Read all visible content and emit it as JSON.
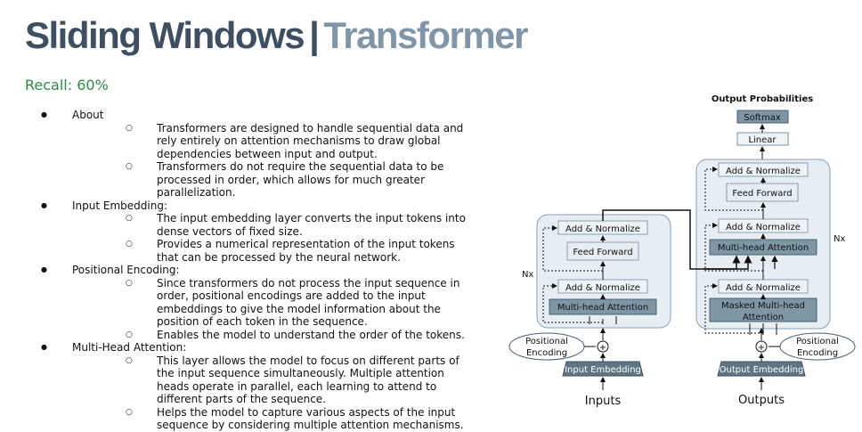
{
  "slide": {
    "title_main": "Sliding Windows",
    "title_sep": "|",
    "title_sub": "Transformer",
    "recall": "Recall: 60%"
  },
  "notes": [
    {
      "heading": "About",
      "items": [
        "Transformers  are designed to handle sequential data and rely entirely on attention mechanisms to draw global dependencies between input and output.",
        "Transformers do not require the sequential data to be processed in order, which allows for much greater parallelization."
      ]
    },
    {
      "heading": "Input Embedding:",
      "items": [
        "The input embedding layer converts the input tokens into dense vectors of fixed size.",
        "Provides a numerical representation of the input tokens that can be processed by the neural network."
      ]
    },
    {
      "heading": "Positional Encoding:",
      "items": [
        "Since transformers do not process the input sequence in order, positional encodings are added to the input embeddings to give the model information about the position of each token in the sequence.",
        "Enables the model to understand the order of the tokens."
      ]
    },
    {
      "heading": "Multi-Head Attention:",
      "items": [
        "This layer allows the model to focus on different parts of the input sequence simultaneously. Multiple attention heads operate in parallel, each learning to attend to different parts of the sequence.",
        "Helps the model to capture various aspects of the input sequence by considering multiple attention mechanisms."
      ]
    }
  ],
  "diagram": {
    "output_probabilities": "Output Probabilities",
    "softmax": "Softmax",
    "linear": "Linear",
    "enc_add_norm_top": "Add & Normalize",
    "enc_feed_forward": "Feed Forward",
    "enc_add_norm_bottom": "Add & Normalize",
    "enc_multi_head": "Multi-head Attention",
    "enc_nx": "Nx",
    "dec_add_norm_top": "Add & Normalize",
    "dec_feed_forward": "Feed Forward",
    "dec_add_norm_mid": "Add & Normalize",
    "dec_multi_head": "Multi-head Attention",
    "dec_add_norm_bottom": "Add & Normalize",
    "dec_masked_line1": "Masked Multi-head",
    "dec_masked_line2": "Attention",
    "dec_nx": "Nx",
    "pos_enc_line1": "Positional",
    "pos_enc_line2": "Encoding",
    "input_embedding": "Input Embedding",
    "output_embedding": "Output Embedding",
    "inputs": "Inputs",
    "outputs": "Outputs",
    "plus": "+"
  },
  "colors": {
    "title_dark": "#3d4f61",
    "title_light": "#8096a8",
    "recall_green": "#2e8b47",
    "block_bg": "#e6eef4",
    "box_light": "#eef3f7",
    "box_dark": "#7f96a6",
    "embedding": "#5e7584"
  }
}
